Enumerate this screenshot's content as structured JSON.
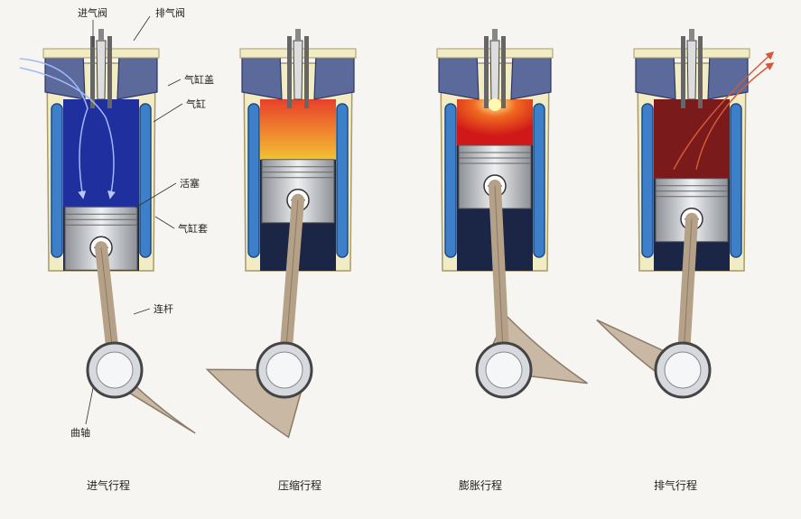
{
  "labels": {
    "intake_valve": "进气阀",
    "exhaust_valve": "排气阀",
    "cylinder_head": "气缸盖",
    "cylinder": "气缸",
    "piston": "活塞",
    "water_jacket": "气缸套",
    "connecting_rod": "连杆",
    "crankshaft": "曲轴"
  },
  "strokes": [
    {
      "caption": "进气行程",
      "chamber": "intake",
      "piston_level": 0.85,
      "crank_angle_deg": 150
    },
    {
      "caption": "压缩行程",
      "chamber": "compression",
      "piston_level": 0.35,
      "crank_angle_deg": 35
    },
    {
      "caption": "膨胀行程",
      "chamber": "combustion",
      "piston_level": 0.2,
      "crank_angle_deg": 205
    },
    {
      "caption": "排气行程",
      "chamber": "exhaust",
      "piston_level": 0.55,
      "crank_angle_deg": -20
    }
  ],
  "colors": {
    "intake": "#1f2f9e",
    "compression_top": "#e8402a",
    "compression_bottom": "#f2c232",
    "combustion": "#e62222",
    "exhaust": "#7a1a1a",
    "water_jacket": "#3d7fc9",
    "block": "#f2ecc4",
    "metal": "#c8cbd0",
    "crank": "#c9b8a3",
    "arrow_intake": "#9fb8ff",
    "arrow_exhaust": "#d25a3a"
  }
}
